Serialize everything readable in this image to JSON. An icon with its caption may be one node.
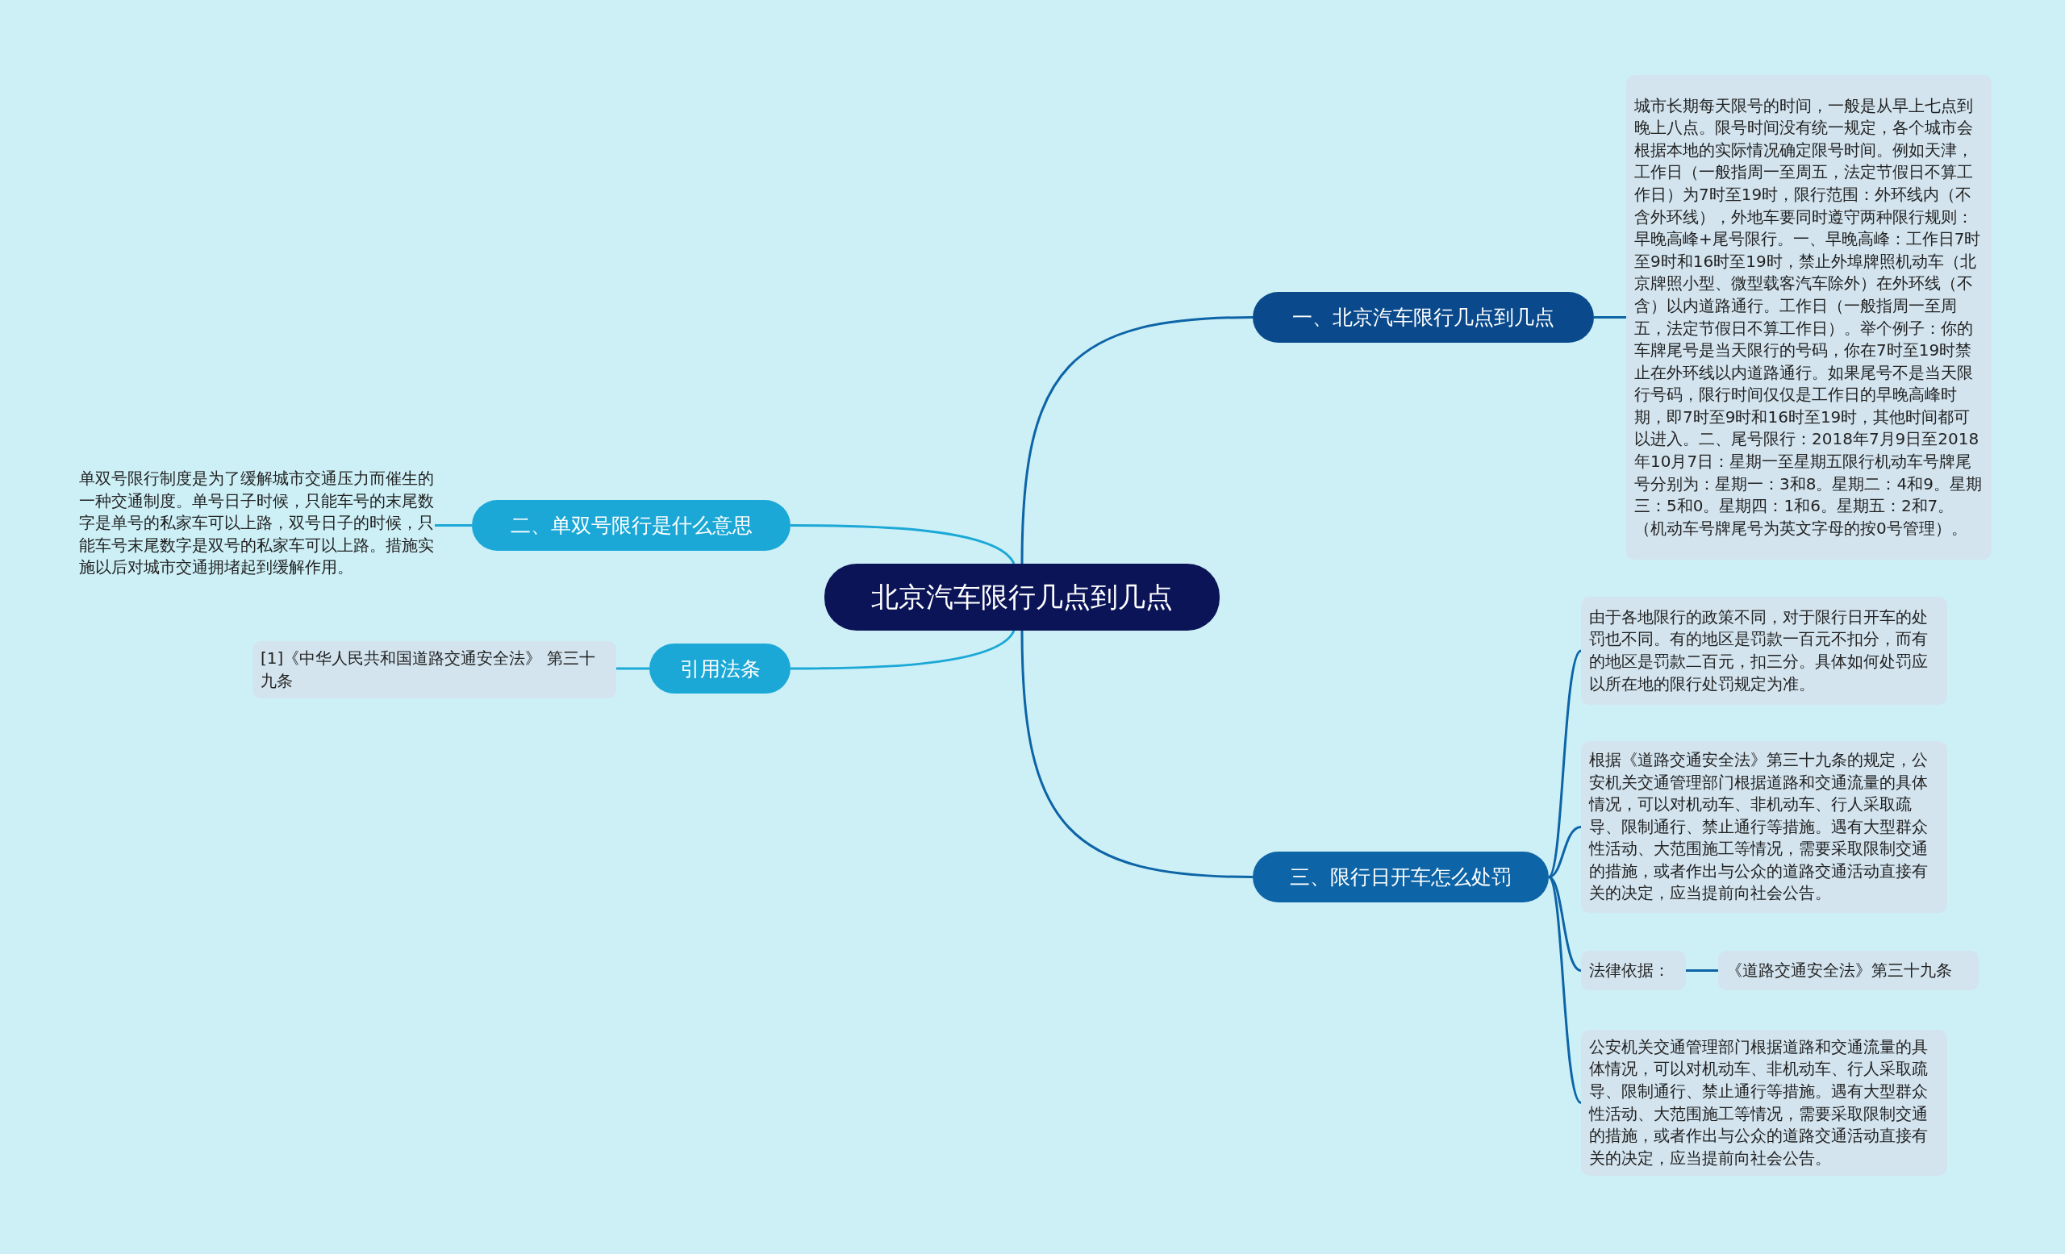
{
  "diagram": {
    "nodes": [
      {
        "text": [
          "北京汽车限行几点到几点"
        ]
      },
      {
        "text": [
          "一、北京汽车限行几点到几点"
        ]
      },
      {
        "text": [
          "城市长期每天限号的时间，一般是从早上七点到晚上八点。限号时间没有统一规定，各个城市会根据本地的实际情况确定限号时间。例如天津，工作日（一般指周一至周五，法定节假日不算工作日）为7时至19时，限行范围：外环线内（不含外环线），外地车要同时遵守两种限行规则：早晚高峰+尾号限行。一、早晚高峰：工作日7时至9时和16时至19时，禁止外埠牌照机动车（北京牌照小型、微型载客汽车除外）在外环线（不含）以内道路通行。工作日（一般指周一至周五，法定节假日不算工作日）。举个例子：你的车牌尾号是当天限行的号码，你在7时至19时禁止在外环线以内道路通行。如果尾号不是当天限行号码，限行时间仅仅是工作日的早晚高峰时期，即7时至9时和16时至19时，其他时间都可以进入。二、尾号限行：2018年7月9日至2018年10月7日：星期一至星期五限行机动车号牌尾号分别为：星期一：3和8。星期二：4和9。星期三：5和0。星期四：1和6。星期五：2和7。（机动车号牌尾号为英文字母的按0号管理）。"
        ]
      },
      {
        "text": [
          "二、单双号限行是什么意思"
        ]
      },
      {
        "text": [
          "单双号限行制度是为了缓解城市交通压力而催生的一种交通制度。单号日子时候，只能车号的末尾数字是单号的私家车可以上路，双号日子的时候，只能车号末尾数字是双号的私家车可以上路。措施实施以后对城市交通拥堵起到缓解作用。"
        ]
      },
      {
        "text": [
          "引用法条"
        ]
      },
      {
        "text": [
          "[1]《中华人民共和国道路交通安全法》 第三十九条"
        ]
      },
      {
        "text": [
          "三、限行日开车怎么处罚"
        ]
      },
      {
        "text": [
          "由于各地限行的政策不同，对于限行日开车的处罚也不同。有的地区是罚款一百元不扣分，而有的地区是罚款二百元，扣三分。具体如何处罚应以所在地的限行处罚规定为准。"
        ]
      },
      {
        "text": [
          "根据《道路交通安全法》第三十九条的规定，公安机关交通管理部门根据道路和交通流量的具体情况，可以对机动车、非机动车、行人采取疏导、限制通行、禁止通行等措施。遇有大型群众性活动、大范围施工等情况，需要采取限制交通的措施，或者作出与公众的道路交通活动直接有关的决定，应当提前向社会公告。"
        ]
      },
      {
        "text": [
          "法律依据："
        ]
      },
      {
        "text": [
          "《道路交通安全法》第三十九条"
        ]
      },
      {
        "text": [
          "公安机关交通管理部门根据道路和交通流量的具体情况，可以对机动车、非机动车、行人采取疏导、限制通行、禁止通行等措施。遇有大型群众性活动、大范围施工等情况，需要采取限制交通的措施，或者作出与公众的道路交通活动直接有关的决定，应当提前向社会公告。"
        ]
      }
    ],
    "edges": [
      {
        "from": 0,
        "to": 1,
        "arrow": "none"
      },
      {
        "from": 1,
        "to": 2,
        "arrow": "none"
      },
      {
        "from": 0,
        "to": 3,
        "arrow": "none",
        "color": "#1ba8d6"
      },
      {
        "from": 3,
        "to": 4,
        "arrow": "none",
        "color": "#1ba8d6"
      },
      {
        "from": 0,
        "to": 5,
        "arrow": "none",
        "color": "#1ba8d6"
      },
      {
        "from": 5,
        "to": 6,
        "arrow": "none",
        "color": "#1ba8d6"
      },
      {
        "from": 0,
        "to": 7,
        "arrow": "none"
      },
      {
        "from": 7,
        "to": 8,
        "arrow": "none"
      },
      {
        "from": 7,
        "to": 9,
        "arrow": "none"
      },
      {
        "from": 7,
        "to": 10,
        "arrow": "none"
      },
      {
        "from": 10,
        "to": 11,
        "arrow": "none"
      },
      {
        "from": 7,
        "to": 12,
        "arrow": "none"
      }
    ]
  }
}
